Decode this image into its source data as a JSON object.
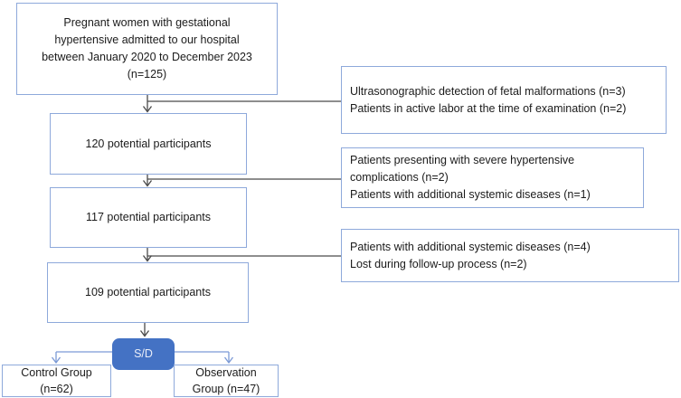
{
  "diagram": {
    "type": "flowchart",
    "boxes": {
      "enrollment": {
        "text": "Pregnant women with gestational\nhypertensive admitted to our hospital\nbetween January 2020 to December 2023\n(n=125)"
      },
      "step_120": {
        "text": "120 potential participants"
      },
      "step_117": {
        "text": "117 potential participants"
      },
      "step_109": {
        "text": "109 potential participants"
      },
      "exclusion_1": {
        "text": "Ultrasonographic detection of fetal malformations (n=3)\nPatients in active labor at the time of examination (n=2)"
      },
      "exclusion_2": {
        "text": "Patients presenting with severe hypertensive\ncomplications (n=2)\nPatients with additional systemic diseases (n=1)"
      },
      "exclusion_3": {
        "text": "Patients with additional systemic diseases (n=4)\nLost during follow-up process (n=2)"
      },
      "sd_node": {
        "text": "S/D"
      },
      "control_group": {
        "text": "Control Group\n(n=62)"
      },
      "observation_group": {
        "text": "Observation\nGroup (n=47)"
      }
    },
    "colors": {
      "box_border": "#8EA9DB",
      "box_fill": "#FFFFFF",
      "sd_fill": "#4472C4",
      "sd_text": "#E9EDF8",
      "arrow_dark": "#4A4A4A",
      "arrow_blue": "#7C9AD6",
      "text": "#1B1B1B",
      "background": "#FFFFFF"
    }
  }
}
